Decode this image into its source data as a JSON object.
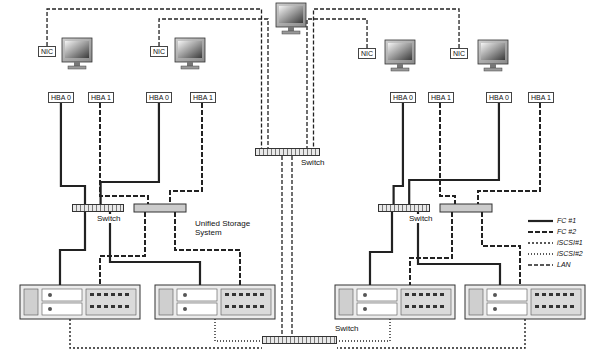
{
  "diagram": {
    "nodes": [
      {
        "text": [
          "NIC"
        ]
      },
      {
        "text": [
          "NIC"
        ]
      },
      {
        "text": [
          "NIC"
        ]
      },
      {
        "text": [
          "NIC"
        ]
      },
      {
        "text": [
          "HBA 0"
        ]
      },
      {
        "text": [
          "HBA 1"
        ]
      },
      {
        "text": [
          "HBA 0"
        ]
      },
      {
        "text": [
          "HBA 1"
        ]
      },
      {
        "text": [
          "HBA 0"
        ]
      },
      {
        "text": [
          "HBA 1"
        ]
      },
      {
        "text": [
          "HBA 0"
        ]
      },
      {
        "text": [
          "HBA 1"
        ]
      },
      {
        "text": [
          "Switch"
        ]
      },
      {
        "text": [
          "Switch"
        ]
      },
      {
        "text": [
          "Switch"
        ]
      },
      {
        "text": [
          "Switch"
        ]
      }
    ],
    "edges": [
      {
        "from": 0,
        "to": 12,
        "arrow": "none"
      },
      {
        "from": 1,
        "to": 12,
        "arrow": "none"
      },
      {
        "from": 2,
        "to": 12,
        "arrow": "none"
      },
      {
        "from": 3,
        "to": 12,
        "arrow": "none"
      },
      {
        "from": 4,
        "to": 13,
        "arrow": "none"
      },
      {
        "from": 6,
        "to": 13,
        "arrow": "none"
      },
      {
        "from": 8,
        "to": 14,
        "arrow": "none"
      },
      {
        "from": 10,
        "to": 14,
        "arrow": "none"
      }
    ],
    "labels": [
      "Unified Storage System"
    ],
    "legend": [
      {
        "text": "FC #1"
      },
      {
        "text": "FC #2"
      },
      {
        "text": "iSCSI#1"
      },
      {
        "text": "iSCSI#2"
      },
      {
        "text": "LAN"
      }
    ]
  }
}
